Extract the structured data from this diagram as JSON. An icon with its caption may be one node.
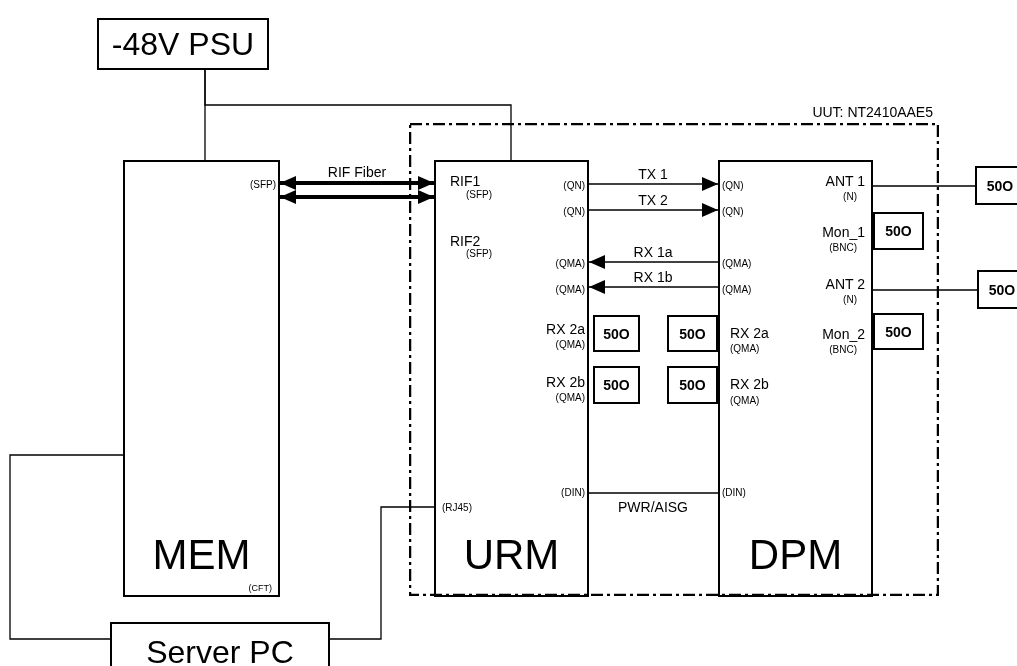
{
  "diagram": {
    "nodes": [
      {
        "text": [
          "-48V PSU"
        ]
      },
      {
        "text": [
          "UUT: NT2410AAE5"
        ]
      },
      {
        "text": [
          "(SFP)",
          "MEM",
          "(CFT)"
        ]
      },
      {
        "text": [
          "RIF1",
          "(SFP)",
          "RIF2",
          "(SFP)",
          "(QN)",
          "(QN)",
          "(QMA)",
          "(QMA)",
          "RX 2a",
          "(QMA)",
          "RX 2b",
          "(QMA)",
          "(DIN)",
          "(RJ45)",
          "URM"
        ],
        "in": 1
      },
      {
        "text": [
          "(QN)",
          "(QN)",
          "(QMA)",
          "(QMA)",
          "ANT 1",
          "(N)",
          "Mon_1",
          "(BNC)",
          "ANT 2",
          "(N)",
          "Mon_2",
          "(BNC)",
          "RX 2a",
          "(QMA)",
          "RX 2b",
          "(QMA)",
          "(DIN)",
          "DPM"
        ],
        "in": 1
      },
      {
        "text": [
          "50O"
        ],
        "in": 1
      },
      {
        "text": [
          "50O"
        ],
        "in": 1
      },
      {
        "text": [
          "50O"
        ],
        "in": 1
      },
      {
        "text": [
          "50O"
        ],
        "in": 1
      },
      {
        "text": [
          "50O"
        ],
        "in": 1
      },
      {
        "text": [
          "50O"
        ],
        "in": 1
      },
      {
        "text": [
          "50O"
        ]
      },
      {
        "text": [
          "50O"
        ]
      },
      {
        "text": [
          "Server PC"
        ]
      }
    ],
    "edges": [
      {
        "from": 0,
        "to": 2,
        "arrow": "none"
      },
      {
        "from": 0,
        "to": 3,
        "arrow": "none"
      },
      {
        "from": 2,
        "to": 3,
        "arrow": "both",
        "label": "RIF Fiber",
        "style": "thick"
      },
      {
        "from": 2,
        "to": 3,
        "arrow": "both",
        "style": "thick"
      },
      {
        "from": 3,
        "to": 4,
        "arrow": "to",
        "label": "TX 1"
      },
      {
        "from": 3,
        "to": 4,
        "arrow": "to",
        "label": "TX 2"
      },
      {
        "from": 4,
        "to": 3,
        "arrow": "to",
        "label": "RX 1a"
      },
      {
        "from": 4,
        "to": 3,
        "arrow": "to",
        "label": "RX 1b"
      },
      {
        "from": 3,
        "to": 4,
        "arrow": "none",
        "label": "PWR/AISG"
      },
      {
        "from": 4,
        "to": 11,
        "arrow": "none"
      },
      {
        "from": 4,
        "to": 12,
        "arrow": "none"
      },
      {
        "from": 2,
        "to": 13,
        "arrow": "none"
      },
      {
        "from": 13,
        "to": 3,
        "arrow": "none"
      }
    ]
  }
}
